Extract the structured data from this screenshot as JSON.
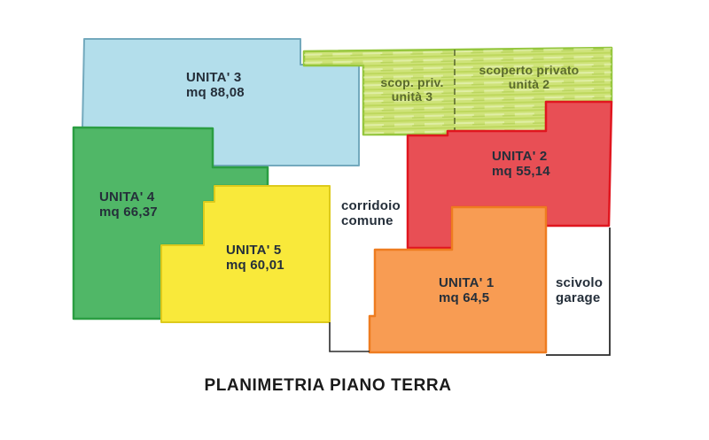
{
  "title": "PLANIMETRIA PIANO TERRA",
  "regions": {
    "unit3": {
      "label": "UNITA' 3",
      "area": "mq 88,08",
      "fill": "#b3deeb",
      "stroke": "#73a9bd"
    },
    "unit4": {
      "label": "UNITA' 4",
      "area": "mq 66,37",
      "fill": "#50b767",
      "stroke": "#2b9e42"
    },
    "unit5": {
      "label": "UNITA' 5",
      "area": "mq 60,01",
      "fill": "#f9e93a",
      "stroke": "#ddca1c"
    },
    "unit2": {
      "label": "UNITA' 2",
      "area": "mq 55,14",
      "fill": "#e84f55",
      "stroke": "#e0161f"
    },
    "unit1": {
      "label": "UNITA' 1",
      "area": "mq 64,5",
      "fill": "#f89c53",
      "stroke": "#ee7c20"
    },
    "scoperto_unita3": {
      "line1": "scop. priv.",
      "line2": "unità 3",
      "fill": "#cfe37a",
      "stroke": "#94c63d"
    },
    "scoperto_unita2": {
      "line1": "scoperto privato",
      "line2": "unità 2",
      "fill": "#cfe37a",
      "stroke": "#94c63d"
    },
    "corridoio": {
      "line1": "corridoio",
      "line2": "comune"
    },
    "scivolo": {
      "line1": "scivolo",
      "line2": "garage"
    }
  },
  "colors": {
    "label_dark": "#252f3a",
    "label_olive": "#5a6a2c",
    "title_color": "#1a1a1a",
    "wall_line": "#2b2b2b",
    "divider_olive": "#4e5c28",
    "background": "#ffffff"
  }
}
